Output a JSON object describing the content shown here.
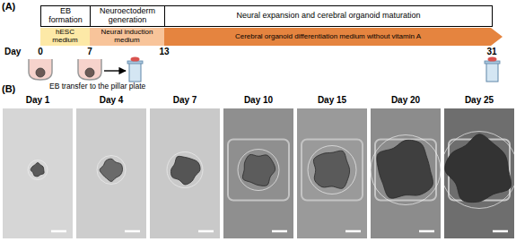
{
  "diagram": {
    "nodes": [
      {
        "text": [
          "EB formation"
        ]
      },
      {
        "text": [
          "Neuroectoderm generation"
        ]
      },
      {
        "text": [
          "Neural expansion and cerebral organoid maturation"
        ]
      },
      {
        "text": [
          "hESC medium"
        ]
      },
      {
        "text": [
          "Neural induction medium"
        ]
      },
      {
        "text": [
          "Cerebral organoid differentiation medium without vitamin A"
        ]
      },
      {
        "text": [
          "Day 1"
        ]
      },
      {
        "text": [
          "Day 4"
        ]
      },
      {
        "text": [
          "Day 7"
        ]
      },
      {
        "text": [
          "Day 10"
        ]
      },
      {
        "text": [
          "Day 15"
        ]
      },
      {
        "text": [
          "Day 20"
        ]
      },
      {
        "text": [
          "Day 25"
        ]
      }
    ],
    "labels": [
      "(A)",
      "Day",
      "0",
      "7",
      "13",
      "31",
      "EB transfer to the pillar plate",
      "(B)"
    ]
  }
}
